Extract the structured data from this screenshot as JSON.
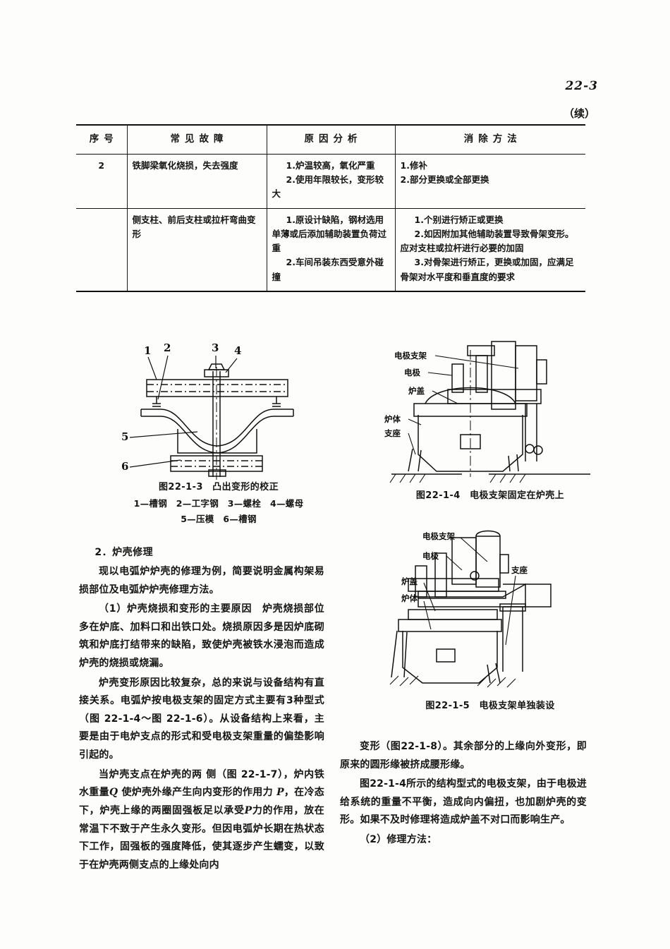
{
  "header": {
    "page_number": "22-3",
    "continued_label": "（续）"
  },
  "table": {
    "columns": [
      {
        "key": "no",
        "label": "序号"
      },
      {
        "key": "fault",
        "label": "常见故障"
      },
      {
        "key": "cause",
        "label": "原因分析"
      },
      {
        "key": "fix",
        "label": "消除方法"
      }
    ],
    "rows": [
      {
        "no": "2",
        "fault": "铁脚梁氧化烧损，失去强度",
        "causes": [
          "1.炉温较高，氧化严重",
          "2.使用年限较长，变形较大"
        ],
        "fixes": [
          "1.修补",
          "2.部分更换或全部更换"
        ]
      },
      {
        "no": "",
        "fault": "侧支柱、前后支柱或拉杆弯曲变形",
        "causes": [
          "1.原设计缺陷，钢材选用单薄或后添加辅助装置负荷过重",
          "2.车间吊装东西受意外碰撞"
        ],
        "fixes": [
          "1.个别进行矫正或更换",
          "2.如因附加其他辅助装置导致骨架变形。应对支柱或拉杆进行必要的加固",
          "3.对骨架进行矫正，更换或加固，应满足骨架对水平度和垂直度的要求"
        ]
      }
    ]
  },
  "figures": [
    {
      "id": "22-1-3",
      "caption": "图22-1-3　凸出变形的校正",
      "legend_line_1": "1—槽钢　2—工字钢　3—螺栓　4—螺母",
      "legend_line_2": "5—压模　6—槽钢",
      "callouts": [
        "1",
        "2",
        "3",
        "4",
        "5",
        "6"
      ]
    },
    {
      "id": "22-1-4",
      "caption": "图22-1-4　电极支架固定在炉壳上",
      "labels": [
        "电极支架",
        "电极",
        "炉盖",
        "炉体",
        "支座"
      ]
    },
    {
      "id": "22-1-5",
      "caption": "图22-1-5　电极支架单独装设",
      "labels": [
        "电极支架",
        "电极",
        "炉盖",
        "炉体",
        "支座"
      ]
    }
  ],
  "body": {
    "section_heading": "2．炉壳修理",
    "left_paragraphs": [
      "现以电弧炉炉壳的修理为例，简要说明金属构架易损部位及电弧炉炉壳修理方法。",
      "（1）炉壳烧损和变形的主要原因　炉壳烧损部位多在炉底、加料口和出铁口处。烧损原因多是因炉底砌筑和炉底打结带来的缺陷，致使炉壳被铁水浸泡而造成炉壳的烧损或烧漏。",
      "炉壳变形原因比较复杂，总的来说与设备结构有直接关系。电弧炉按电极支架的固定方式主要有3种型式（图 22-1-4～图 22-1-6）。从设备结构上来看，主要是由于电炉支点的形式和受电极支架重量的偏垫影响引起的。"
    ],
    "left_paragraph_4_parts": {
      "a": "当炉壳支点在炉壳的两 侧（图 22-1-7），炉内铁水重量",
      "q": "Q",
      "b": " 使炉壳外缘产生向内变形的作用力 ",
      "p1": "P",
      "c": "，在冷态下，炉壳上缘的两圈固强板足以承受",
      "p2": "P",
      "d": "力的作用，放在常温下不致于产生永久变形。但因电弧炉长期在热状态下工作，固强板的强度降低，使其逐步产生蠕变，以致于在炉壳两侧支点的上缘处向内"
    },
    "right_paragraphs": [
      "变形（图22-1-8）。其余部分的上缘向外变形，即原来的圆形缘被挤成腰形缘。",
      "图22-1-4所示的结构型式的电极支架，由于电极进给系统的重量不平衡，造成向内偏扭，也加剧炉壳的变形。如果不及时修理将造成炉盖不对口而影响生产。",
      "（2）修理方法："
    ]
  }
}
